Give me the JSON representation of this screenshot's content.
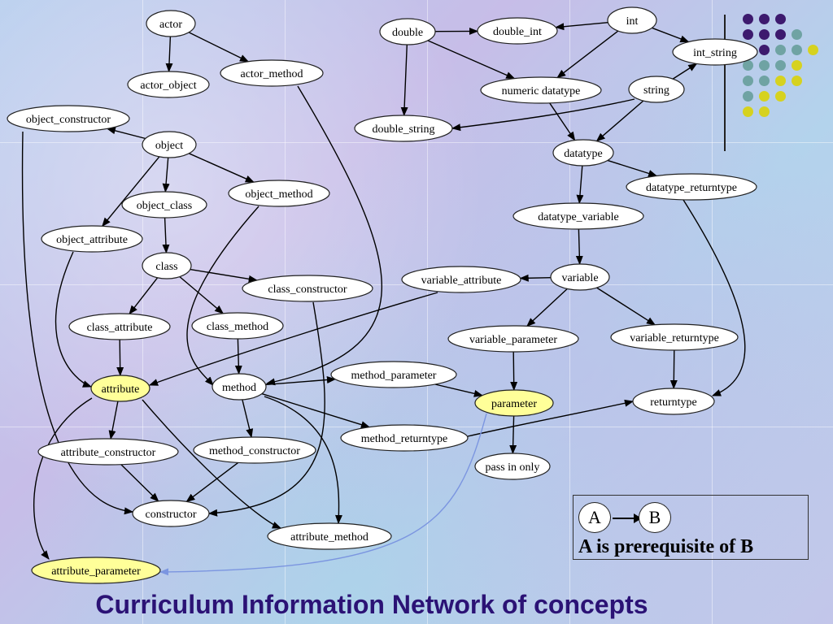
{
  "title": "Curriculum Information Network of concepts",
  "legend": {
    "a": "A",
    "b": "B",
    "caption": "A is prerequisite of B"
  },
  "colors": {
    "node_fill": "#ffffff",
    "highlight_fill": "#ffff99",
    "edge": "#000000",
    "edge_highlight": "#7b95e0",
    "title": "#2b1275",
    "dot_purple": "#3d1a6e",
    "dot_teal": "#6fa3a3",
    "dot_yellow": "#d6d21f"
  },
  "nodes": [
    {
      "id": "actor",
      "label": "actor"
    },
    {
      "id": "actor_object",
      "label": "actor_object"
    },
    {
      "id": "actor_method",
      "label": "actor_method"
    },
    {
      "id": "object_constructor",
      "label": "object_constructor"
    },
    {
      "id": "object",
      "label": "object"
    },
    {
      "id": "object_class",
      "label": "object_class"
    },
    {
      "id": "object_method",
      "label": "object_method"
    },
    {
      "id": "object_attribute",
      "label": "object_attribute"
    },
    {
      "id": "class",
      "label": "class"
    },
    {
      "id": "class_constructor",
      "label": "class_constructor"
    },
    {
      "id": "class_attribute",
      "label": "class_attribute"
    },
    {
      "id": "class_method",
      "label": "class_method"
    },
    {
      "id": "attribute",
      "label": "attribute",
      "highlight": true
    },
    {
      "id": "method",
      "label": "method"
    },
    {
      "id": "method_parameter",
      "label": "method_parameter"
    },
    {
      "id": "method_returntype",
      "label": "method_returntype"
    },
    {
      "id": "attribute_constructor",
      "label": "attribute_constructor"
    },
    {
      "id": "method_constructor",
      "label": "method_constructor"
    },
    {
      "id": "constructor",
      "label": "constructor"
    },
    {
      "id": "attribute_method",
      "label": "attribute_method"
    },
    {
      "id": "attribute_parameter",
      "label": "attribute_parameter",
      "highlight": true
    },
    {
      "id": "double",
      "label": "double"
    },
    {
      "id": "double_int",
      "label": "double_int"
    },
    {
      "id": "int",
      "label": "int"
    },
    {
      "id": "int_string",
      "label": "int_string"
    },
    {
      "id": "numeric_datatype",
      "label": "numeric datatype"
    },
    {
      "id": "string",
      "label": "string"
    },
    {
      "id": "double_string",
      "label": "double_string"
    },
    {
      "id": "datatype",
      "label": "datatype"
    },
    {
      "id": "datatype_returntype",
      "label": "datatype_returntype"
    },
    {
      "id": "datatype_variable",
      "label": "datatype_variable"
    },
    {
      "id": "variable",
      "label": "variable"
    },
    {
      "id": "variable_attribute",
      "label": "variable_attribute"
    },
    {
      "id": "variable_parameter",
      "label": "variable_parameter"
    },
    {
      "id": "variable_returntype",
      "label": "variable_returntype"
    },
    {
      "id": "parameter",
      "label": "parameter",
      "highlight": true
    },
    {
      "id": "returntype",
      "label": "returntype"
    },
    {
      "id": "pass_in_only",
      "label": "pass in only"
    }
  ],
  "edges": [
    {
      "from": "actor",
      "to": "actor_object"
    },
    {
      "from": "actor",
      "to": "actor_method"
    },
    {
      "from": "object",
      "to": "object_constructor"
    },
    {
      "from": "object",
      "to": "object_class"
    },
    {
      "from": "object",
      "to": "object_method"
    },
    {
      "from": "object",
      "to": "object_attribute"
    },
    {
      "from": "object_class",
      "to": "class"
    },
    {
      "from": "class",
      "to": "class_constructor"
    },
    {
      "from": "class",
      "to": "class_attribute"
    },
    {
      "from": "class",
      "to": "class_method"
    },
    {
      "from": "class_attribute",
      "to": "attribute"
    },
    {
      "from": "class_method",
      "to": "method"
    },
    {
      "from": "object_attribute",
      "to": "attribute"
    },
    {
      "from": "object_method",
      "to": "method"
    },
    {
      "from": "actor_method",
      "to": "method"
    },
    {
      "from": "method",
      "to": "method_parameter"
    },
    {
      "from": "method",
      "to": "method_returntype"
    },
    {
      "from": "method",
      "to": "method_constructor"
    },
    {
      "from": "method",
      "to": "attribute_method"
    },
    {
      "from": "attribute",
      "to": "attribute_constructor"
    },
    {
      "from": "attribute",
      "to": "attribute_method"
    },
    {
      "from": "attribute",
      "to": "attribute_parameter"
    },
    {
      "from": "attribute_constructor",
      "to": "constructor"
    },
    {
      "from": "method_constructor",
      "to": "constructor"
    },
    {
      "from": "object_constructor",
      "to": "constructor"
    },
    {
      "from": "class_constructor",
      "to": "constructor"
    },
    {
      "from": "double",
      "to": "double_int"
    },
    {
      "from": "int",
      "to": "double_int"
    },
    {
      "from": "int",
      "to": "int_string"
    },
    {
      "from": "int",
      "to": "numeric_datatype"
    },
    {
      "from": "double",
      "to": "numeric_datatype"
    },
    {
      "from": "double",
      "to": "double_string"
    },
    {
      "from": "string",
      "to": "double_string"
    },
    {
      "from": "string",
      "to": "int_string"
    },
    {
      "from": "string",
      "to": "datatype"
    },
    {
      "from": "numeric_datatype",
      "to": "datatype"
    },
    {
      "from": "datatype",
      "to": "datatype_variable"
    },
    {
      "from": "datatype",
      "to": "datatype_returntype"
    },
    {
      "from": "datatype_variable",
      "to": "variable"
    },
    {
      "from": "variable",
      "to": "variable_attribute"
    },
    {
      "from": "variable",
      "to": "variable_parameter"
    },
    {
      "from": "variable",
      "to": "variable_returntype"
    },
    {
      "from": "variable_attribute",
      "to": "attribute"
    },
    {
      "from": "variable_parameter",
      "to": "parameter"
    },
    {
      "from": "method_parameter",
      "to": "parameter"
    },
    {
      "from": "variable_returntype",
      "to": "returntype"
    },
    {
      "from": "datatype_returntype",
      "to": "returntype"
    },
    {
      "from": "method_returntype",
      "to": "returntype"
    },
    {
      "from": "parameter",
      "to": "pass_in_only"
    },
    {
      "from": "parameter",
      "to": "attribute_parameter",
      "highlight": true
    }
  ]
}
